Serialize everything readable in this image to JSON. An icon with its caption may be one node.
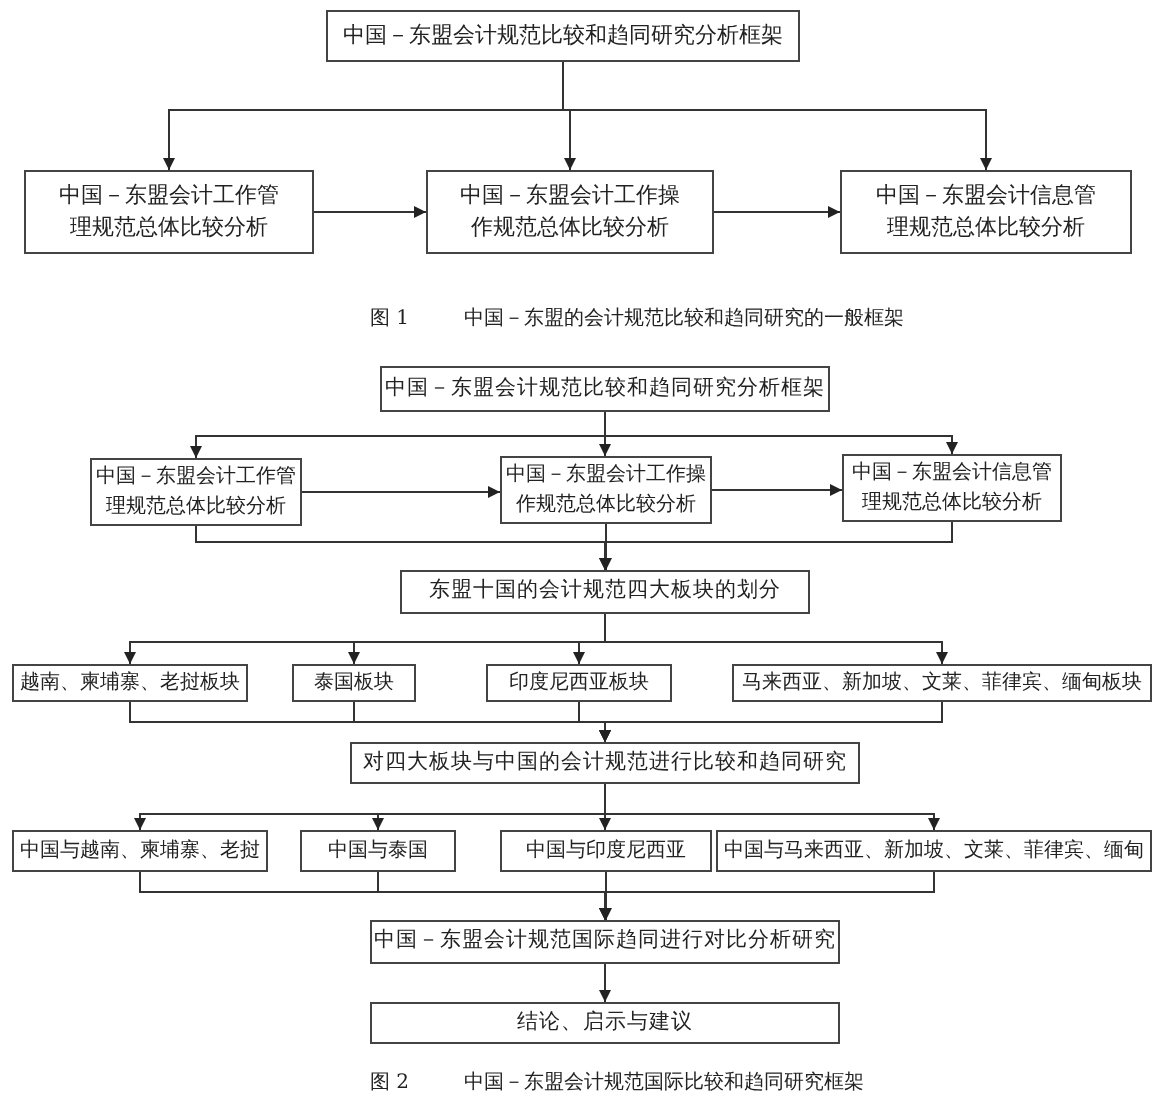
{
  "diagram": {
    "nodes": [
      {
        "text": [
          "中国－东盟会计规范比较和趋同研究分析框架"
        ]
      },
      {
        "text": [
          "中国－东盟会计工作管理规范总体比较分析"
        ]
      },
      {
        "text": [
          "中国－东盟会计工作操作规范总体比较分析"
        ]
      },
      {
        "text": [
          "中国－东盟会计信息管理规范总体比较分析"
        ]
      },
      {
        "text": [
          "中国－东盟会计规范比较和趋同研究分析框架"
        ]
      },
      {
        "text": [
          "中国－东盟会计工作管理规范总体比较分析"
        ]
      },
      {
        "text": [
          "中国－东盟会计工作操作规范总体比较分析"
        ]
      },
      {
        "text": [
          "中国－东盟会计信息管理规范总体比较分析"
        ]
      },
      {
        "text": [
          "东盟十国的会计规范四大板块的划分"
        ]
      },
      {
        "text": [
          "越南、柬埔寨、老挝板块"
        ]
      },
      {
        "text": [
          "泰国板块"
        ]
      },
      {
        "text": [
          "印度尼西亚板块"
        ]
      },
      {
        "text": [
          "马来西亚、新加坡、文莱、菲律宾、缅甸板块"
        ]
      },
      {
        "text": [
          "对四大板块与中国的会计规范进行比较和趋同研究"
        ]
      },
      {
        "text": [
          "中国与越南、柬埔寨、老挝"
        ]
      },
      {
        "text": [
          "中国与泰国"
        ]
      },
      {
        "text": [
          "中国与印度尼西亚"
        ]
      },
      {
        "text": [
          "中国与马来西亚、新加坡、文莱、菲律宾、缅甸"
        ]
      },
      {
        "text": [
          "中国－东盟会计规范国际趋同进行对比分析研究"
        ]
      },
      {
        "text": [
          "结论、启示与建议"
        ]
      }
    ],
    "edges": [
      {
        "from": 0,
        "to": 1,
        "arrow": "to"
      },
      {
        "from": 0,
        "to": 2,
        "arrow": "to"
      },
      {
        "from": 0,
        "to": 3,
        "arrow": "to"
      },
      {
        "from": 1,
        "to": 2,
        "arrow": "to"
      },
      {
        "from": 2,
        "to": 3,
        "arrow": "to"
      },
      {
        "from": 4,
        "to": 5,
        "arrow": "to"
      },
      {
        "from": 4,
        "to": 6,
        "arrow": "to"
      },
      {
        "from": 4,
        "to": 7,
        "arrow": "to"
      },
      {
        "from": 5,
        "to": 6,
        "arrow": "to"
      },
      {
        "from": 6,
        "to": 7,
        "arrow": "to"
      },
      {
        "from": 5,
        "to": 8,
        "arrow": "to"
      },
      {
        "from": 6,
        "to": 8,
        "arrow": "to"
      },
      {
        "from": 7,
        "to": 8,
        "arrow": "to"
      },
      {
        "from": 8,
        "to": 9,
        "arrow": "to"
      },
      {
        "from": 8,
        "to": 10,
        "arrow": "to"
      },
      {
        "from": 8,
        "to": 11,
        "arrow": "to"
      },
      {
        "from": 8,
        "to": 12,
        "arrow": "to"
      },
      {
        "from": 9,
        "to": 13,
        "arrow": "to"
      },
      {
        "from": 10,
        "to": 13,
        "arrow": "to"
      },
      {
        "from": 11,
        "to": 13,
        "arrow": "to"
      },
      {
        "from": 12,
        "to": 13,
        "arrow": "to"
      },
      {
        "from": 13,
        "to": 14,
        "arrow": "to"
      },
      {
        "from": 13,
        "to": 15,
        "arrow": "to"
      },
      {
        "from": 13,
        "to": 16,
        "arrow": "to"
      },
      {
        "from": 13,
        "to": 17,
        "arrow": "to"
      },
      {
        "from": 14,
        "to": 18,
        "arrow": "to"
      },
      {
        "from": 15,
        "to": 18,
        "arrow": "to"
      },
      {
        "from": 16,
        "to": 18,
        "arrow": "to"
      },
      {
        "from": 17,
        "to": 18,
        "arrow": "to"
      },
      {
        "from": 18,
        "to": 19,
        "arrow": "to"
      }
    ],
    "labels": [
      "图 1",
      "中国－东盟的会计规范比较和趋同研究的一般框架",
      "图 2",
      "中国－东盟会计规范国际比较和趋同研究框架"
    ]
  }
}
